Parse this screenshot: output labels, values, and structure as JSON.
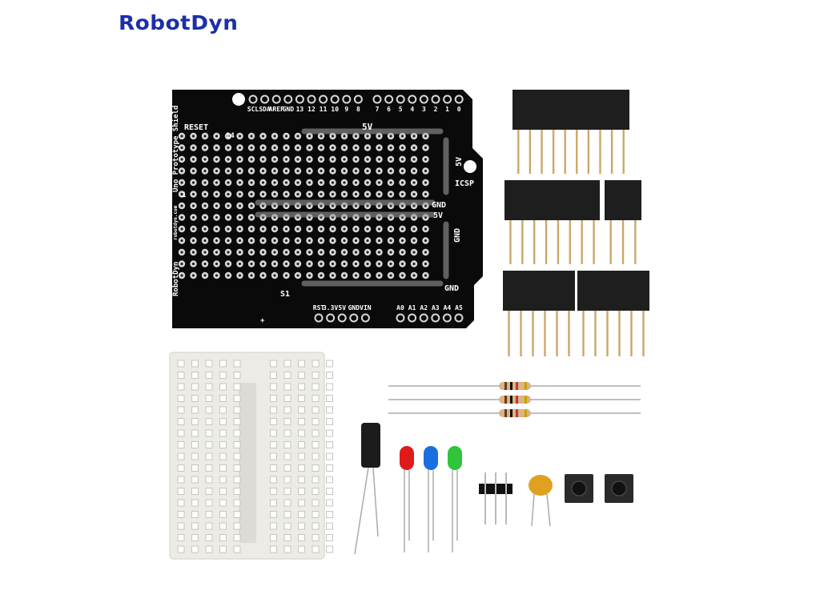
{
  "brand": {
    "logo_text": "RobotDyn",
    "color": "#1b2fa8"
  },
  "board": {
    "title": "Uno Prototype Shield",
    "website": "robotdyn.com",
    "brand_mark": "RobotDyn",
    "reset_label": "RESET",
    "ic_pin_14": "14",
    "ic_pin_1": "1",
    "switch_label": "S1",
    "plus_label": "+",
    "icsp_label": "ICSP",
    "rail_labels": {
      "top_5v": "5V",
      "right_5v": "5V",
      "mid_gnd": "GND",
      "mid_5v": "5V",
      "right_gnd": "GND",
      "bottom_gnd": "GND"
    },
    "digital_pins_high": [
      "SCL",
      "SDA",
      "AREF",
      "GND",
      "13",
      "12",
      "11",
      "10",
      "9",
      "8"
    ],
    "digital_pins_low": [
      "7",
      "6",
      "5",
      "4",
      "3",
      "2",
      "1",
      "0"
    ],
    "power_pins": [
      "RST",
      "3.3V",
      "5V",
      "GND",
      "VIN"
    ],
    "analog_pins": [
      "A0",
      "A1",
      "A2",
      "A3",
      "A4",
      "A5"
    ],
    "colors": {
      "pcb": "#0a0a0a",
      "silk": "#ffffff",
      "pad": "#d9d9d9"
    }
  },
  "kit": {
    "leds": [
      {
        "color": "#e01a1a"
      },
      {
        "color": "#1a6fe0"
      },
      {
        "color": "#2fc43a"
      }
    ],
    "headers": [
      {
        "pins": 10
      },
      {
        "pins": 8
      },
      {
        "pins": 3
      },
      {
        "pins": 6
      },
      {
        "pins": 6
      }
    ],
    "resistors": 3,
    "buttons": 2
  }
}
